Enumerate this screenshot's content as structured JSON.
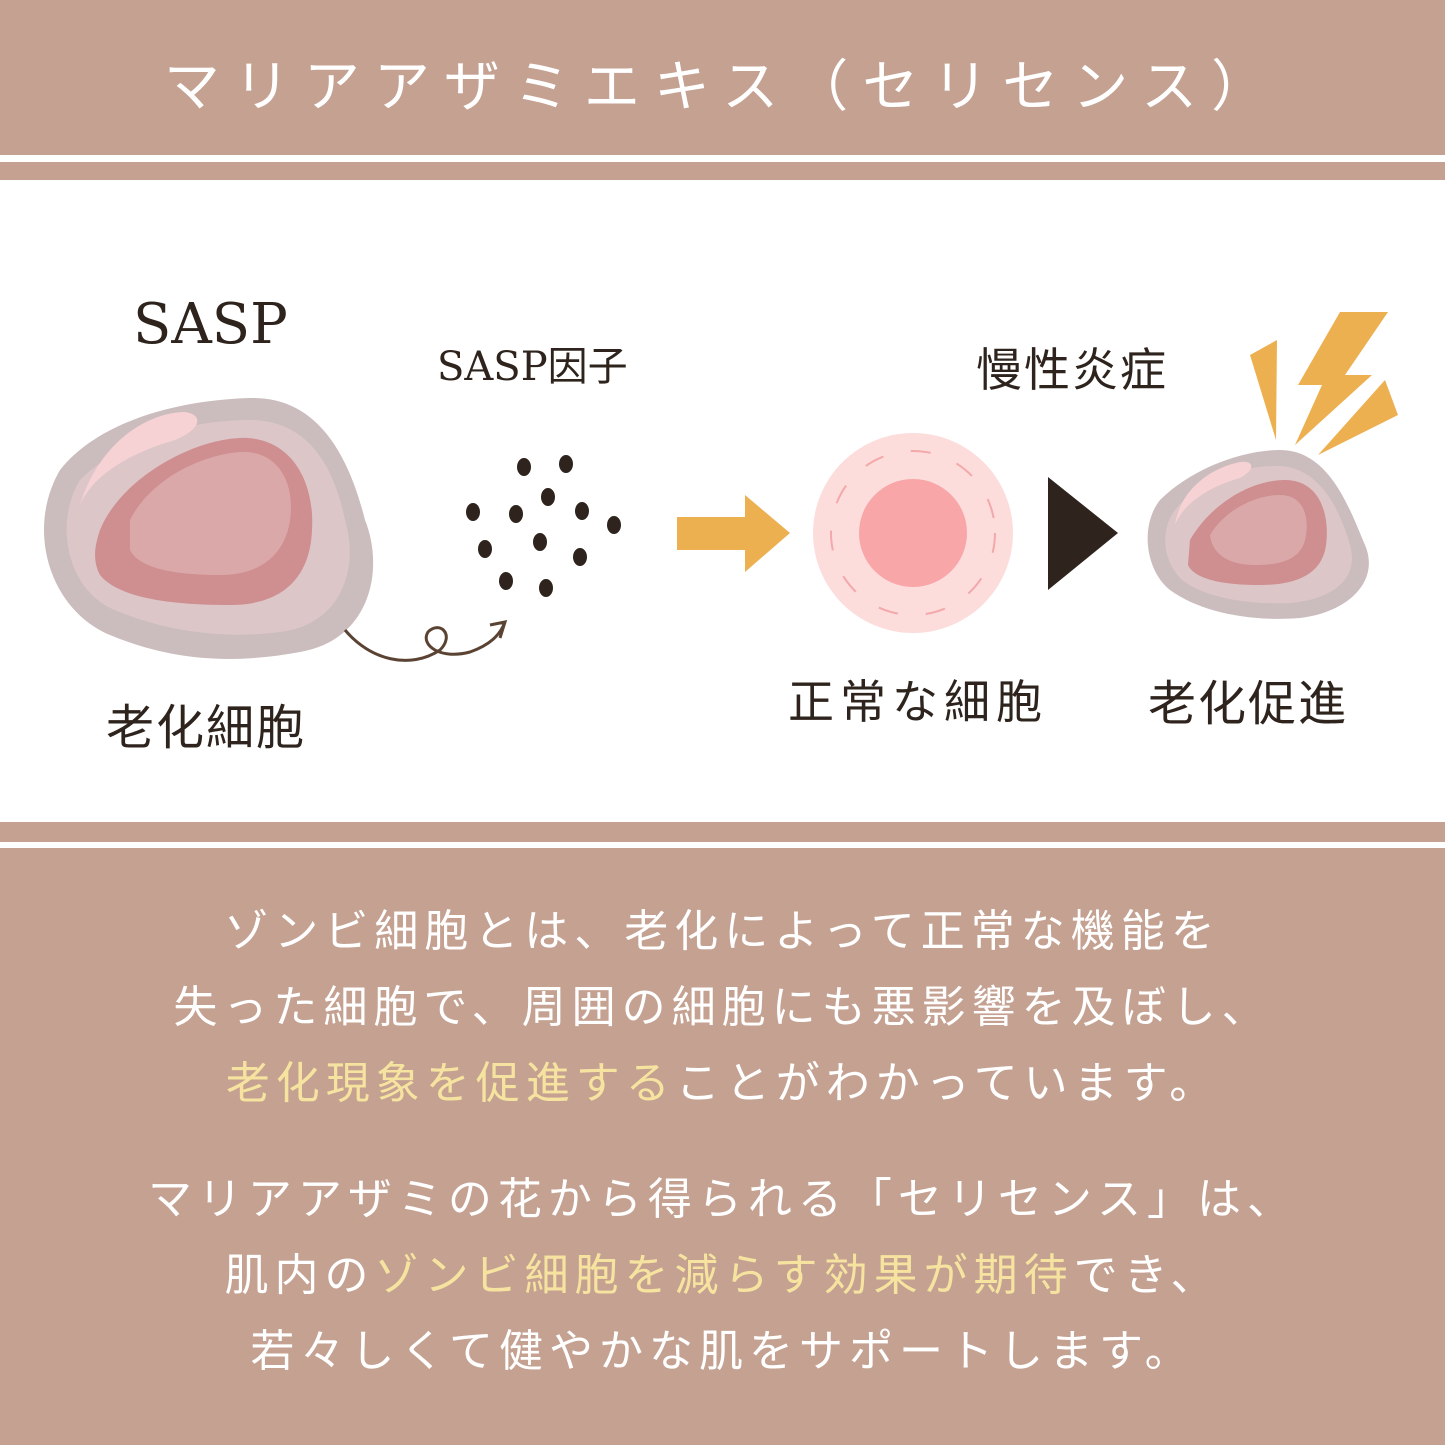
{
  "title": "マリアアザミエキス（セリセンス）",
  "diagram": {
    "sasp_label": "SASP",
    "senescent_cell_label": "老化細胞",
    "sasp_factor_label": "SASP因子",
    "chronic_inflammation_label": "慢性炎症",
    "normal_cell_label": "正常な細胞",
    "aging_promotion_label": "老化促進"
  },
  "paragraph1": {
    "line1": "ゾンビ細胞とは、老化によって正常な機能を",
    "line2": "失った細胞で、周囲の細胞にも悪影響を及ぼし、",
    "line3_highlight": "老化現象を促進する",
    "line3_rest": "ことがわかっています。"
  },
  "paragraph2": {
    "line1": "マリアアザミの花から得られる「セリセンス」は、",
    "line2_pre": "肌内の",
    "line2_highlight": "ゾンビ細胞を減らす効果が期待",
    "line2_post": "でき、",
    "line3": "若々しくて健やかな肌をサポートします。"
  },
  "colors": {
    "background": "#c4a191",
    "highlight": "#f6e3a0",
    "arrow": "#ecb050",
    "text_dark": "#2e241d"
  }
}
